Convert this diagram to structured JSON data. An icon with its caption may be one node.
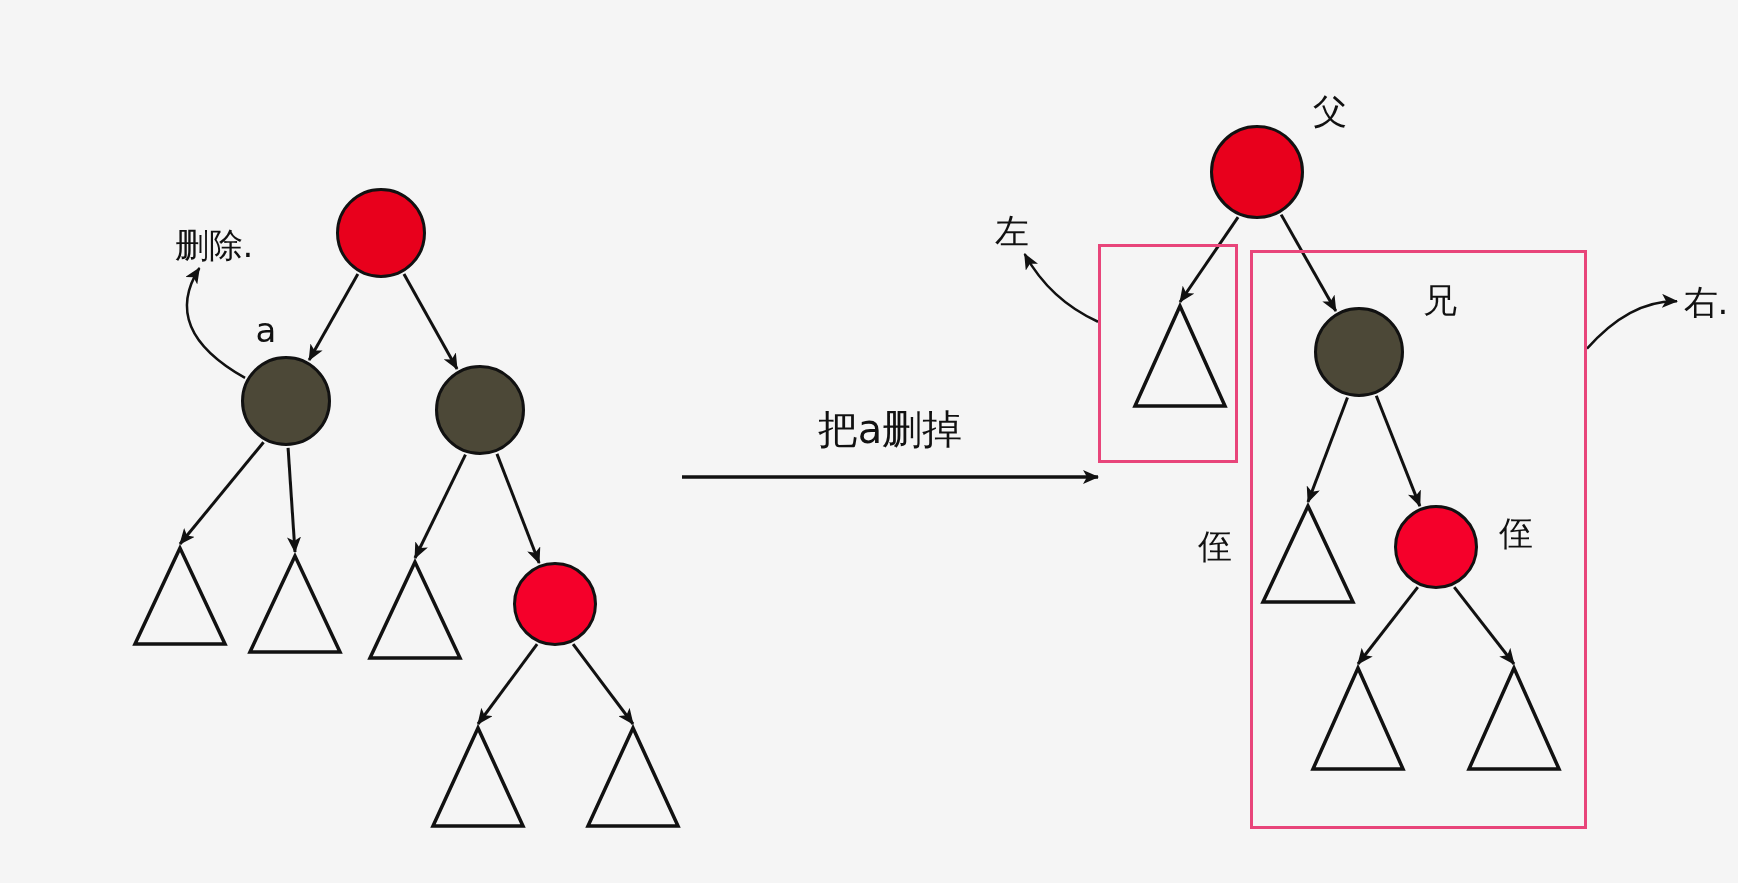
{
  "diagram": {
    "nodes": [
      {
        "text": [
          "删除."
        ]
      },
      {
        "text": [],
        "shape": "circle"
      },
      {
        "text": [],
        "shape": "circle",
        "beside": [
          "a"
        ]
      },
      {
        "text": [],
        "shape": "circle"
      },
      {
        "text": [],
        "shape": "triangle"
      },
      {
        "text": [],
        "shape": "triangle"
      },
      {
        "text": [],
        "shape": "triangle"
      },
      {
        "text": [],
        "shape": "circle"
      },
      {
        "text": [],
        "shape": "triangle"
      },
      {
        "text": [],
        "shape": "triangle"
      },
      {
        "text": [
          "左"
        ]
      },
      {
        "text": [],
        "shape": "circle",
        "beside": [
          "父"
        ]
      },
      {
        "text": [],
        "shape": "box"
      },
      {
        "text": [],
        "shape": "triangle",
        "in": 12
      },
      {
        "text": [],
        "shape": "box"
      },
      {
        "text": [],
        "shape": "circle",
        "in": 14,
        "beside": [
          "兄"
        ]
      },
      {
        "text": [],
        "shape": "triangle",
        "in": 14,
        "beside": [
          "侄"
        ]
      },
      {
        "text": [],
        "shape": "circle",
        "in": 14,
        "beside": [
          "侄"
        ]
      },
      {
        "text": [],
        "shape": "triangle",
        "in": 14
      },
      {
        "text": [],
        "shape": "triangle",
        "in": 14
      },
      {
        "text": [
          "右."
        ]
      }
    ],
    "edges": [
      {
        "from": 2,
        "to": 0,
        "arrow": "to"
      },
      {
        "from": 1,
        "to": 2,
        "arrow": "to"
      },
      {
        "from": 1,
        "to": 3,
        "arrow": "to"
      },
      {
        "from": 2,
        "to": 4,
        "arrow": "to"
      },
      {
        "from": 2,
        "to": 5,
        "arrow": "to"
      },
      {
        "from": 3,
        "to": 6,
        "arrow": "to"
      },
      {
        "from": 3,
        "to": 7,
        "arrow": "to"
      },
      {
        "from": 7,
        "to": 8,
        "arrow": "to"
      },
      {
        "from": 7,
        "to": 9,
        "arrow": "to"
      },
      {
        "from": 12,
        "to": 10,
        "arrow": "to"
      },
      {
        "from": 11,
        "to": 13,
        "arrow": "to"
      },
      {
        "from": 11,
        "to": 15,
        "arrow": "to"
      },
      {
        "from": 15,
        "to": 16,
        "arrow": "to"
      },
      {
        "from": 15,
        "to": 17,
        "arrow": "to"
      },
      {
        "from": 17,
        "to": 18,
        "arrow": "to"
      },
      {
        "from": 17,
        "to": 19,
        "arrow": "to"
      },
      {
        "from": 14,
        "to": 20,
        "arrow": "to"
      },
      {
        "from": null,
        "to": 12,
        "arrow": "to",
        "label": "把a删掉"
      }
    ]
  }
}
